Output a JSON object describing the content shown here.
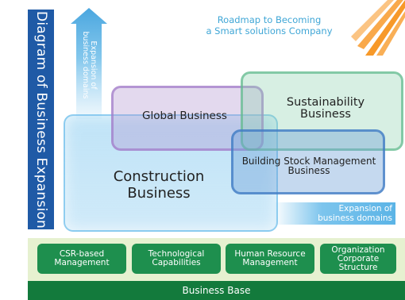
{
  "title": "Diagram of Business Expansion",
  "roadmap": "Roadmap to Becoming\na Smart solutions Company",
  "arrows": {
    "vertical": "Expansion of\nbusiness domains",
    "horizontal": "Expansion of\nbusiness domains"
  },
  "businesses": {
    "construction": "Construction\nBusiness",
    "global": "Global Business",
    "sustainability": "Sustainability\nBusiness",
    "building_stock": "Building Stock Management\nBusiness"
  },
  "base": {
    "pillars": [
      "CSR-based\nManagement",
      "Technological\nCapabilities",
      "Human Resource\nManagement",
      "Organization\nCorporate\nStructure"
    ],
    "label": "Business Base"
  },
  "colors": {
    "title_bg": "#1f5aa6",
    "construction": "#6ec0ea",
    "global": "#a078c8",
    "sustainability": "#5fb98c",
    "building_stock": "#3c78c3",
    "base_green": "#137a3c",
    "base_light": "#e6f1d0",
    "roadmap_text": "#3fa6d6",
    "rays": "#f7941e"
  }
}
